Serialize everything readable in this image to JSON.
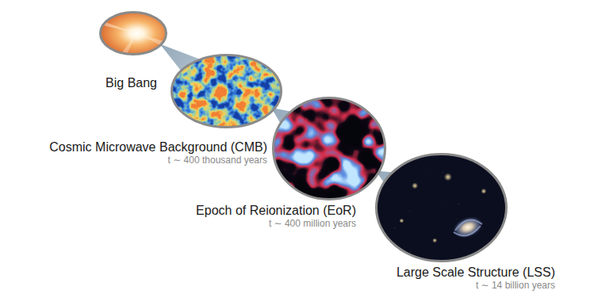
{
  "diagram": {
    "nodes": [
      {
        "text": [
          "Big Bang"
        ]
      },
      {
        "text": [
          "Cosmic Microwave Background (CMB)",
          "t ∼ 400 thousand years"
        ]
      },
      {
        "text": [
          "Epoch of Reionization (EoR)",
          "t ∼ 400 million years"
        ]
      },
      {
        "text": [
          "Large Scale Structure (LSS)",
          "t ∼ 14 billion years"
        ]
      }
    ],
    "edges": [
      {
        "from": 0,
        "to": 1,
        "arrow": "none"
      },
      {
        "from": 1,
        "to": 2,
        "arrow": "none"
      },
      {
        "from": 2,
        "to": 3,
        "arrow": "none"
      }
    ]
  }
}
